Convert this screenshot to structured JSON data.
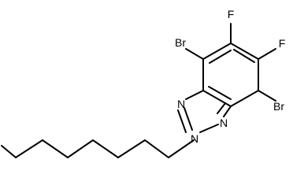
{
  "molecule": {
    "name": "",
    "atom_labels": {
      "bromine_top": "Br",
      "fluorine_top": "F",
      "fluorine_right": "F",
      "bromine_right": "Br",
      "nitrogen_1": "N",
      "nitrogen_2": "N",
      "nitrogen_3": "N"
    },
    "colors": {
      "bond": "#000000",
      "label": "#000000",
      "background": "#ffffff"
    }
  }
}
